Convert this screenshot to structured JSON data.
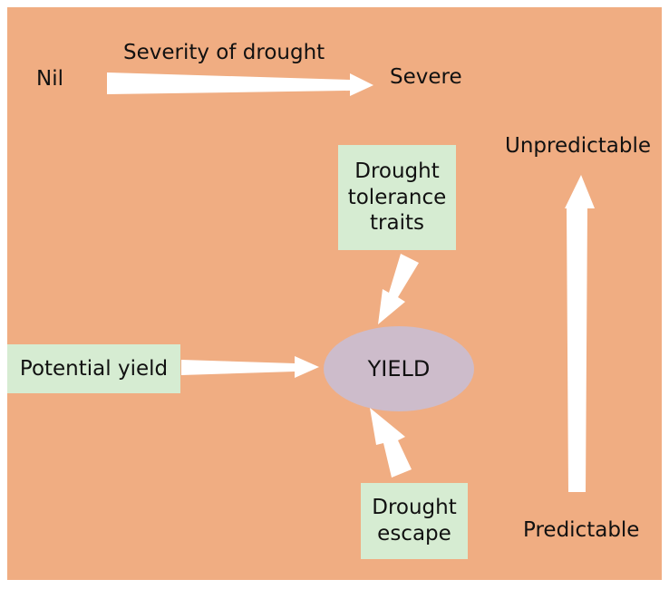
{
  "severity_axis": {
    "title": "Severity of drought",
    "left_label": "Nil",
    "right_label": "Severe"
  },
  "predictability_axis": {
    "top_label": "Unpredictable",
    "bottom_label": "Predictable"
  },
  "nodes": {
    "drought_tolerance": [
      "Drought",
      "tolerance",
      "traits"
    ],
    "potential_yield": "Potential yield",
    "yield": "YIELD",
    "drought_escape": [
      "Drought",
      "escape"
    ]
  },
  "colors": {
    "background": "#f0ad82",
    "box_fill": "#d6ecd2",
    "ellipse_fill": "#cdbccb",
    "arrow_fill": "#ffffff"
  }
}
